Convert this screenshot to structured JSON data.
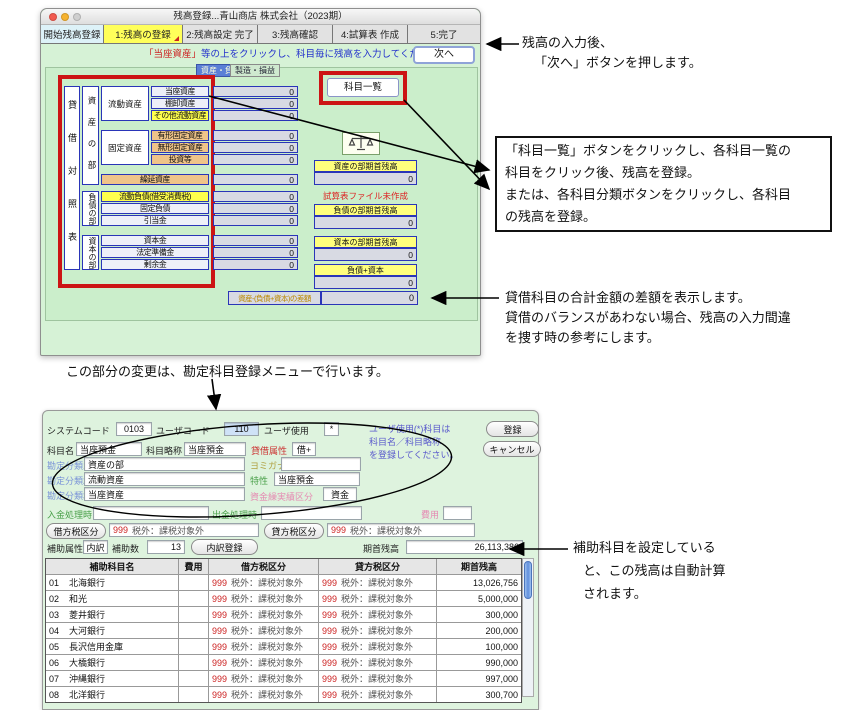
{
  "win1": {
    "title": "残高登録...青山商店 株式会社（2023期）",
    "nav_label": "開始残高登録",
    "steps": [
      "1:残高の登録",
      "2:残高設定 完了",
      "3:残高確認",
      "4:試算表 作成",
      "5:完了"
    ],
    "instruction_em": "「当座資産」",
    "instruction": "等の上をクリックし、科目毎に残高を入力してください。",
    "next_btn": "次へ",
    "subtab_active": "資産・負債",
    "subtab_inactive": "製造・損益",
    "vertical_title": "貸借対照表",
    "section_asset": "資産の部",
    "section_liability": "負債の部",
    "section_capital": "資本の部",
    "group_current": "流動資産",
    "group_fixed": "固定資産",
    "rows": [
      {
        "label": "当座資産",
        "value": "0"
      },
      {
        "label": "棚卸資産",
        "value": "0"
      },
      {
        "label": "その他流動資産",
        "value": "0"
      },
      {
        "label": "有形固定資産",
        "value": "0"
      },
      {
        "label": "無形固定資産",
        "value": "0"
      },
      {
        "label": "投資等",
        "value": "0"
      },
      {
        "label": "繰延資産",
        "value": "0"
      },
      {
        "label": "流動負債(借受消費税)",
        "value": "0"
      },
      {
        "label": "固定負債",
        "value": "0"
      },
      {
        "label": "引当金",
        "value": "0"
      },
      {
        "label": "資本金",
        "value": "0"
      },
      {
        "label": "法定準備金",
        "value": "0"
      },
      {
        "label": "剰余金",
        "value": "0"
      }
    ],
    "kamoku_btn": "科目一覧",
    "blocks": {
      "asset_h": "資産の部期首残高",
      "asset_v": "0",
      "trial_note": "試算表ファイル未作成",
      "liab_h": "負債の部期首残高",
      "liab_v": "0",
      "cap_h": "資本の部期首残高",
      "cap_v": "0",
      "sum_h": "負債+資本",
      "sum_v": "0",
      "diff_label": "資産-(負債+資本)の差額",
      "diff_v": "0"
    }
  },
  "ann": {
    "a1_1": "残高の入力後、",
    "a1_2": "「次へ」ボタンを押します。",
    "a2_1": "「科目一覧」ボタンをクリックし、各科目一覧の",
    "a2_2": "科目をクリック後、残高を登録。",
    "a2_3": "または、各科目分類ボタンをクリックし、各科目",
    "a2_4": "の残高を登録。",
    "a3_1": "貸借科目の合計金額の差額を表示します。",
    "a3_2": "貸借のバランスがあわない場合、残高の入力間違",
    "a3_3": "を捜す時の参考にします。",
    "a4": "この部分の変更は、勘定科目登録メニューで行います。",
    "a5_1": "補助科目を設定している",
    "a5_2": "と、この残高は自動計算",
    "a5_3": "されます。"
  },
  "win2": {
    "system_code_label": "システムコード",
    "system_code": "0103",
    "user_code_label": "ユーザコード",
    "user_code": "110",
    "user_use_label": "ユーザ使用",
    "user_use": "*",
    "note_1": "ユーザ使用(*)科目は",
    "note_2": "科目名／科目略称",
    "note_3": "を登録してください。",
    "register_btn": "登録",
    "cancel_btn": "キャンセル",
    "name_label": "科目名",
    "name": "当座預金",
    "short_label": "科目略称",
    "short": "当座預金",
    "taishaku_label": "貸借属性",
    "taishaku": "借+",
    "class1_label": "勘定分類1",
    "class1": "資産の部",
    "yomigana_label": "ヨミガナ",
    "yomigana": "",
    "class2_label": "勘定分類2",
    "class2": "流動資産",
    "tokusei_label": "特性",
    "tokusei": "当座預金",
    "class3_label": "勘定分類3",
    "class3": "当座資産",
    "shikin_label": "資金繰実績区分",
    "shikin": "資金",
    "nyukin_label": "入金処理時",
    "shukkin_label": "出金処理時",
    "hiyo_label": "費用",
    "debit_btn": "借方税区分",
    "debit_code": "999",
    "debit_text": "税外：課税対象外",
    "credit_btn": "貸方税区分",
    "credit_code": "999",
    "credit_text": "税外：課税対象外",
    "hojo_attr_label": "補助属性",
    "hojo_attr": "内訳",
    "hojo_count_label": "補助数",
    "hojo_count": "13",
    "uchiwake_btn": "内訳登録",
    "kishu_label": "期首残高",
    "kishu_value": "26,113,386",
    "table": {
      "headers": [
        "補助科目名",
        "費用",
        "借方税区分",
        "貸方税区分",
        "期首残高"
      ],
      "rows": [
        {
          "no": "01",
          "name": "北海銀行",
          "dcode": "999",
          "dtext": "税外：課税対象外",
          "ccode": "999",
          "ctext": "税外：課税対象外",
          "bal": "13,026,756"
        },
        {
          "no": "02",
          "name": "和光",
          "dcode": "999",
          "dtext": "税外：課税対象外",
          "ccode": "999",
          "ctext": "税外：課税対象外",
          "bal": "5,000,000"
        },
        {
          "no": "03",
          "name": "菱井銀行",
          "dcode": "999",
          "dtext": "税外：課税対象外",
          "ccode": "999",
          "ctext": "税外：課税対象外",
          "bal": "300,000"
        },
        {
          "no": "04",
          "name": "大河銀行",
          "dcode": "999",
          "dtext": "税外：課税対象外",
          "ccode": "999",
          "ctext": "税外：課税対象外",
          "bal": "200,000"
        },
        {
          "no": "05",
          "name": "長沢信用金庫",
          "dcode": "999",
          "dtext": "税外：課税対象外",
          "ccode": "999",
          "ctext": "税外：課税対象外",
          "bal": "100,000"
        },
        {
          "no": "06",
          "name": "大橋銀行",
          "dcode": "999",
          "dtext": "税外：課税対象外",
          "ccode": "999",
          "ctext": "税外：課税対象外",
          "bal": "990,000"
        },
        {
          "no": "07",
          "name": "沖縄銀行",
          "dcode": "999",
          "dtext": "税外：課税対象外",
          "ccode": "999",
          "ctext": "税外：課税対象外",
          "bal": "997,000"
        },
        {
          "no": "08",
          "name": "北洋銀行",
          "dcode": "999",
          "dtext": "税外：課税対象外",
          "ccode": "999",
          "ctext": "税外：課税対象外",
          "bal": "300,700"
        }
      ]
    }
  }
}
